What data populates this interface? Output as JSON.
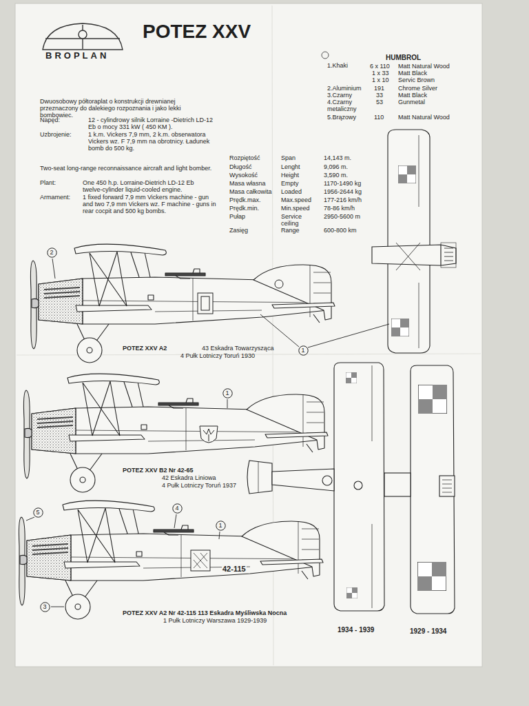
{
  "diagram": {
    "title": "POTEZ XXV",
    "nodes": [
      {
        "text": [
          "2"
        ]
      },
      {
        "text": [
          "1"
        ]
      },
      {
        "text": [
          "1"
        ]
      },
      {
        "text": [
          "4"
        ]
      },
      {
        "text": [
          "5"
        ]
      },
      {
        "text": [
          "1"
        ]
      },
      {
        "text": [
          "3"
        ]
      }
    ],
    "labels": [
      "BROPLAN",
      "HUMBROL",
      "1.Khaki",
      "6 x 110",
      "Matt Natural Wood",
      "1 x 33",
      "Matt Black",
      "1 x 10",
      "Servic Brown",
      "2.Aluminium",
      "191",
      "Chrome Silver",
      "3.Czarny",
      "33",
      "Matt Black",
      "4.Czarny metaliczny",
      "53",
      "Gunmetal",
      "5.Brązowy",
      "110",
      "Matt Natural Wood",
      "Dwuosobowy półtoraplat o konstrukcji drewnianej przeznaczony do dalekiego rozpoznania i jako lekki bombowiec.",
      "Napęd:",
      "12 - cylindrowy silnik Lorraine -Dietrich LD-12 Eb o mocy 331 kW ( 450 KM ).",
      "Uzbrojenie:",
      "1 k.m. Vickers 7,9 mm, 2 k.m. obserwatora Vickers wz. F 7,9 mm na obrotnicy. Ładunek bomb do 500 kg.",
      "Two-seat long-range reconnaissance aircraft and light bomber.",
      "Plant:",
      "One 450 h.p. Lorraine-Dietrich LD-12 Eb twelve-cylinder liquid-cooled engine.",
      "Armament:",
      "1 fixed forward 7,9 mm Vickers machine - gun and two 7,9 mm Vickers wz. F machine - guns in rear cocpit and 500 kg bombs.",
      "Rozpiętość",
      "Span",
      "14,143 m.",
      "Długość",
      "Lenght",
      "9,096 m.",
      "Wysokość",
      "Height",
      "3,590 m.",
      "Masa własna",
      "Empty",
      "1170-1490 kg",
      "Masa całkowita",
      "Loaded",
      "1956-2644 kg",
      "Prędk.max.",
      "Max.speed",
      "177-216 km/h",
      "Prędk.min.",
      "Min.speed",
      "78-86 km/h",
      "Pułap",
      "Service ceiling",
      "2950-5600 m",
      "Zasięg",
      "Range",
      "600-800 km",
      "POTEZ XXV A2",
      "43 Eskadra Towarzysząca",
      "4 Pułk Lotniczy Toruń 1930",
      "POTEZ XXV B2 Nr 42-65",
      "42 Eskadra Liniowa",
      "4 Pułk Lotniczy Toruń 1937",
      "POTEZ XXV A2 Nr 42-115 113 Eskadra Myśliwska Nocna",
      "1 Pułk Lotniczy Warszawa 1929-1939",
      "1934 - 1939",
      "1929 - 1934",
      "42-115"
    ]
  }
}
